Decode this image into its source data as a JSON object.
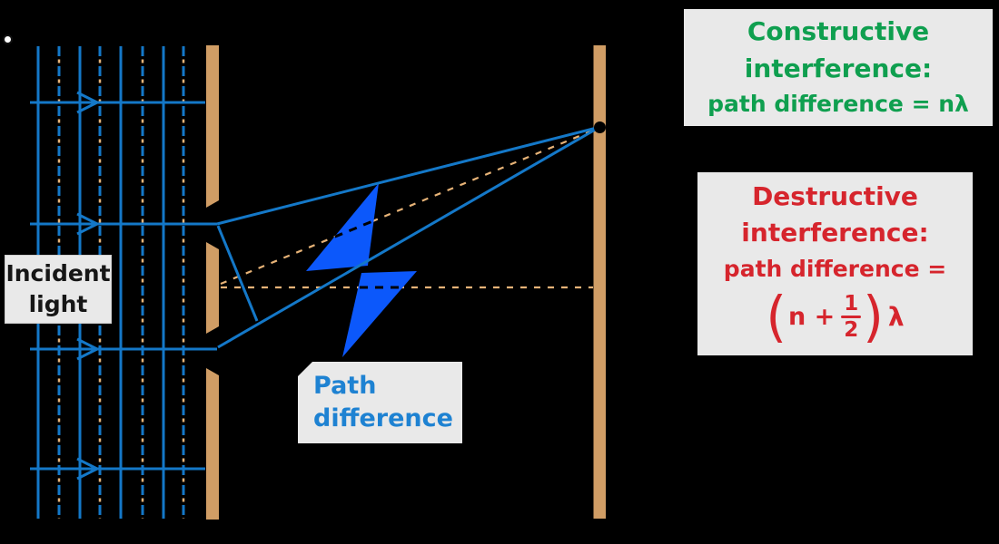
{
  "labels": {
    "incident": {
      "line1": "Incident",
      "line2": "light"
    },
    "path_difference": {
      "line1": "Path",
      "line2": "difference"
    }
  },
  "constructive": {
    "line1": "Constructive",
    "line2": "interference:",
    "equation": "path difference = nλ"
  },
  "destructive": {
    "line1": "Destructive",
    "line2": "interference:",
    "line3": "path difference =",
    "formula": {
      "open_paren": "(",
      "term": "n +",
      "numerator": "1",
      "denominator": "2",
      "close_paren": ")",
      "lambda": "λ"
    }
  },
  "colors": {
    "ray-blue": "#1478c8",
    "bolt-blue": "#0c58fb",
    "wood": "#d09d65",
    "dash-tan": "#e7b377",
    "green": "#0f9f4f",
    "red": "#d6252d",
    "label-blue": "#1e82d2",
    "box-bg": "#e9e9e9",
    "bg": "#000000"
  }
}
